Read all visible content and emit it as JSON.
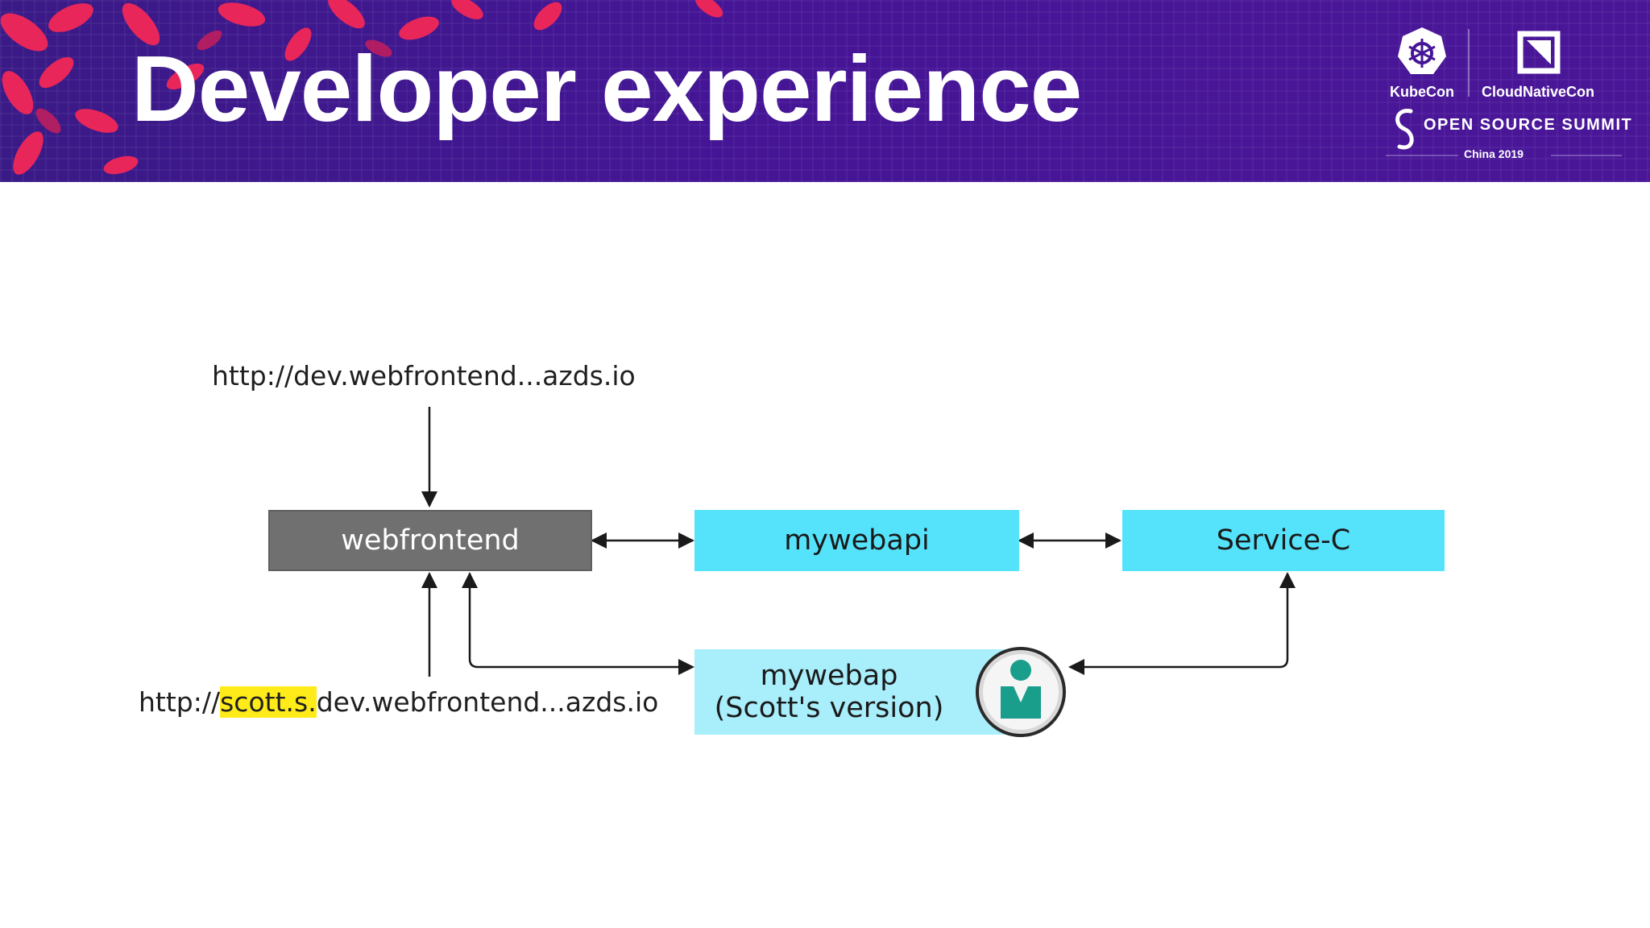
{
  "slide": {
    "title": "Developer experience"
  },
  "branding": {
    "kubecon": "KubeCon",
    "cloudnativecon": "CloudNativeCon",
    "open_source_summit": "OPEN SOURCE SUMMIT",
    "edition": "China 2019",
    "colors": {
      "header_bg": "#451596",
      "leaf": "#e8265a"
    }
  },
  "diagram": {
    "url_top": "http://dev.webfrontend...azds.io",
    "url_bottom_prefix": "http://",
    "url_bottom_highlight": "scott.s.",
    "url_bottom_suffix": "dev.webfrontend...azds.io",
    "nodes": {
      "webfrontend": "webfrontend",
      "mywebapi": "mywebapi",
      "service_c": "Service-C",
      "scott_line1": "mywebap",
      "scott_line2": "(Scott's version)"
    },
    "colors": {
      "gray": "#707070",
      "cyan": "#55e3fb",
      "light_cyan": "#a9eefb",
      "highlight": "#ffeb1a",
      "avatar": "#1a9e8c"
    },
    "icons": [
      "developer-avatar-icon"
    ]
  }
}
